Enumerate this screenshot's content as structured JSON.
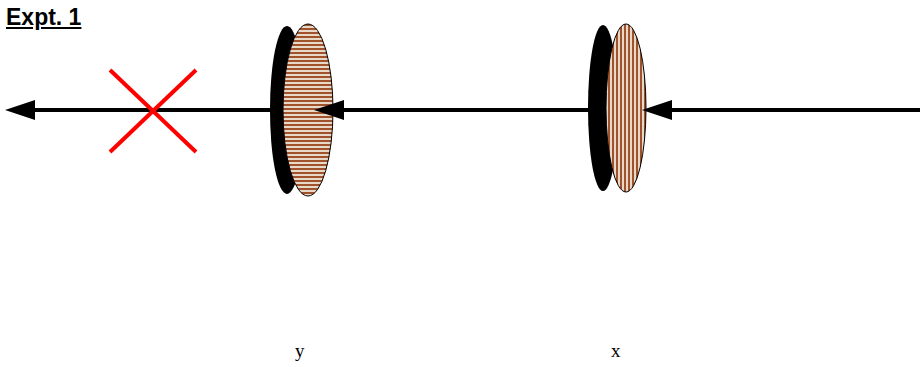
{
  "diagram": {
    "title": "Expt. 1",
    "labels": [
      "y",
      "x"
    ]
  }
}
